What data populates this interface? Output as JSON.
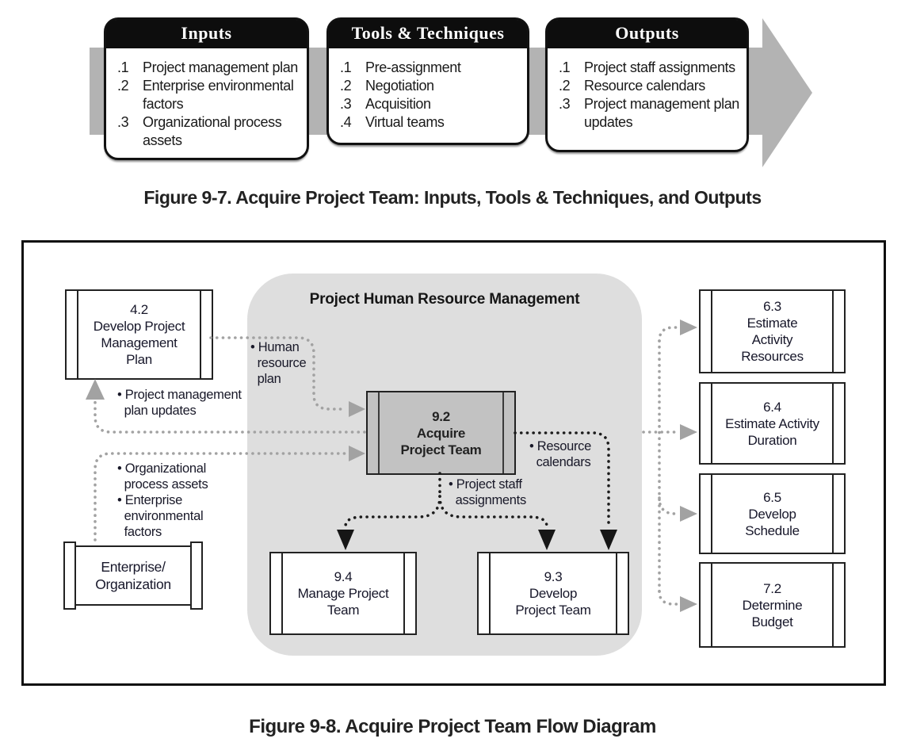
{
  "itto": {
    "boxes": [
      {
        "title": "Inputs",
        "items": [
          {
            "num": ".1",
            "text": "Project management plan"
          },
          {
            "num": ".2",
            "text": "Enterprise environmental\nfactors"
          },
          {
            "num": ".3",
            "text": "Organizational process\nassets"
          }
        ]
      },
      {
        "title": "Tools & Techniques",
        "items": [
          {
            "num": ".1",
            "text": "Pre-assignment"
          },
          {
            "num": ".2",
            "text": "Negotiation"
          },
          {
            "num": ".3",
            "text": "Acquisition"
          },
          {
            "num": ".4",
            "text": "Virtual teams"
          }
        ]
      },
      {
        "title": "Outputs",
        "items": [
          {
            "num": ".1",
            "text": "Project staff assignments"
          },
          {
            "num": ".2",
            "text": "Resource calendars"
          },
          {
            "num": ".3",
            "text": "Project management plan\nupdates"
          }
        ]
      }
    ]
  },
  "captions": {
    "figure_9_7": "Figure 9-7. Acquire Project Team: Inputs, Tools & Techniques, and Outputs",
    "figure_9_8": "Figure 9-8. Acquire Project Team Flow Diagram"
  },
  "flow": {
    "container_title": "Project Human Resource Management",
    "boxes": {
      "develop_pm_plan": "4.2\nDevelop Project\nManagement\nPlan",
      "acquire_team": "9.2\nAcquire\nProject Team",
      "enterprise": "Enterprise/\nOrganization",
      "manage_team": "9.4\nManage Project\nTeam",
      "develop_team": "9.3\nDevelop\nProject Team",
      "estimate_resources": "6.3\nEstimate\nActivity\nResources",
      "estimate_duration": "6.4\nEstimate Activity\nDuration",
      "develop_schedule": "6.5\nDevelop\nSchedule",
      "determine_budget": "7.2\nDetermine\nBudget"
    },
    "labels": {
      "human_resource_plan": "• Human\n  resource\n  plan",
      "pm_plan_updates": "• Project management\n  plan updates",
      "org_process_assets": "• Organizational\n  process assets\n• Enterprise\n  environmental\n  factors",
      "project_staff_assignments": "• Project staff\n  assignments",
      "resource_calendars": "• Resource\n  calendars"
    }
  },
  "colors": {
    "arrow_gray": "#b3b3b3",
    "container_gray": "#dedede",
    "process_shaded_gray": "#c2c2c2",
    "dotted_gray": "#a2a2a2",
    "dotted_black": "#1c1c1c"
  }
}
